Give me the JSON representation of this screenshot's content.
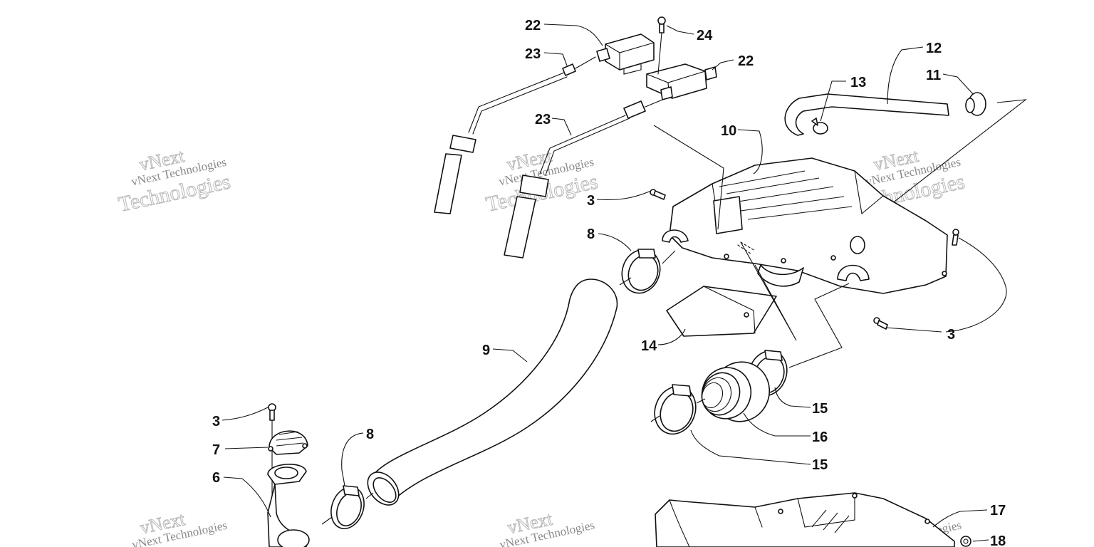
{
  "watermark": {
    "line1": "vNext",
    "line2": "Technologies",
    "full": "vNext Technologies"
  },
  "callouts": {
    "c22a": "22",
    "c24": "24",
    "c23a": "23",
    "c22b": "22",
    "c12": "12",
    "c13": "13",
    "c11": "11",
    "c23b": "23",
    "c10": "10",
    "c3a": "3",
    "c8a": "8",
    "c3b": "3",
    "c14": "14",
    "c9": "9",
    "c15a": "15",
    "c16": "16",
    "c15b": "15",
    "c3c": "3",
    "c7": "7",
    "c8b": "8",
    "c6": "6",
    "c17": "17",
    "c18": "18"
  }
}
